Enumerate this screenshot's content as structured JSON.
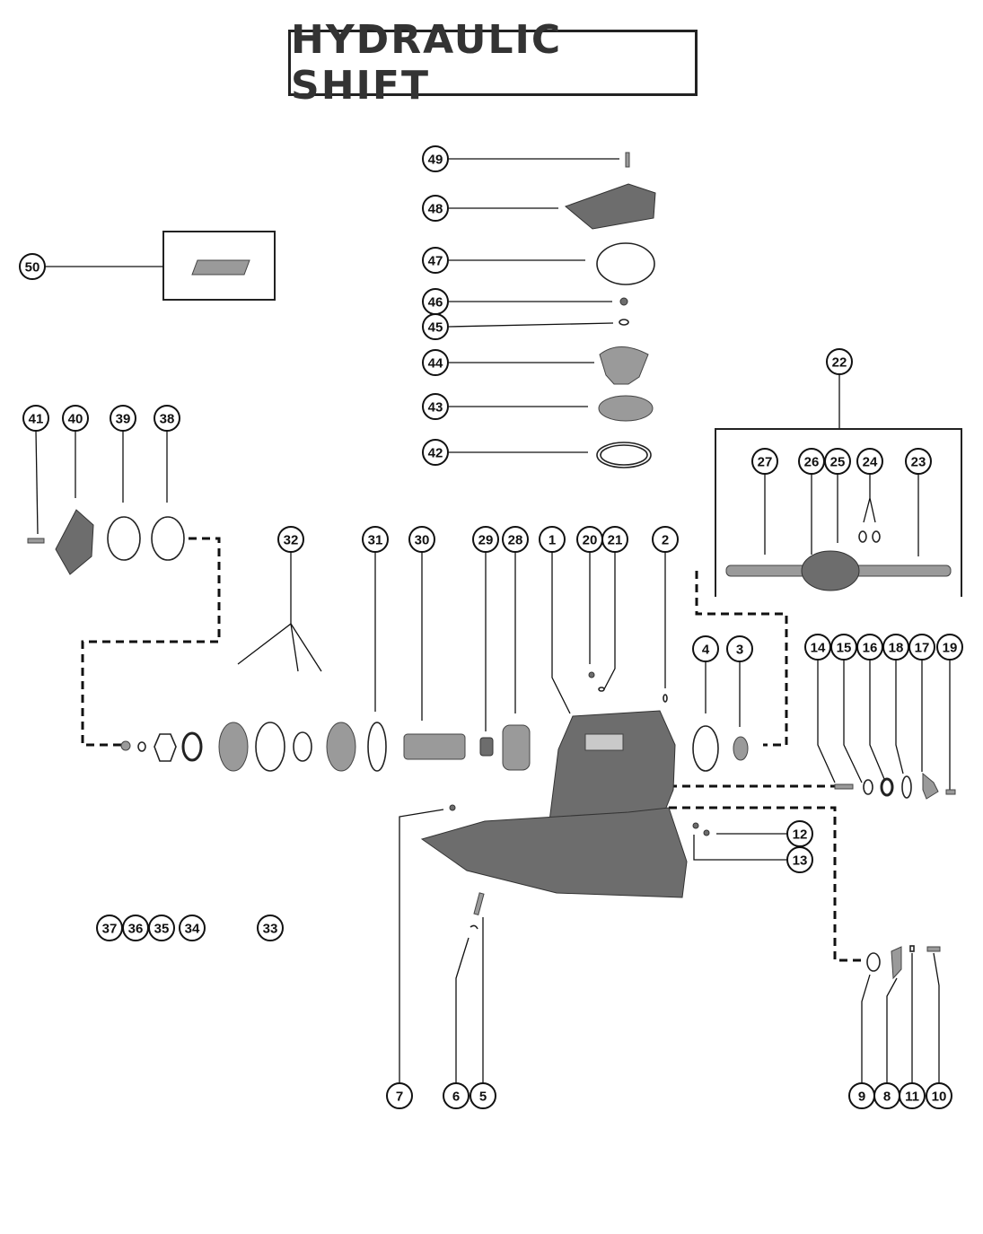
{
  "title": "HYDRAULIC SHIFT",
  "callouts": [
    {
      "id": "1",
      "label": "1"
    },
    {
      "id": "2",
      "label": "2"
    },
    {
      "id": "3",
      "label": "3"
    },
    {
      "id": "4",
      "label": "4"
    },
    {
      "id": "5",
      "label": "5"
    },
    {
      "id": "6",
      "label": "6"
    },
    {
      "id": "7",
      "label": "7"
    },
    {
      "id": "8",
      "label": "8"
    },
    {
      "id": "9",
      "label": "9"
    },
    {
      "id": "10",
      "label": "10"
    },
    {
      "id": "11",
      "label": "11"
    },
    {
      "id": "12",
      "label": "12"
    },
    {
      "id": "13",
      "label": "13"
    },
    {
      "id": "14",
      "label": "14"
    },
    {
      "id": "15",
      "label": "15"
    },
    {
      "id": "16",
      "label": "16"
    },
    {
      "id": "17",
      "label": "17"
    },
    {
      "id": "18",
      "label": "18"
    },
    {
      "id": "19",
      "label": "19"
    },
    {
      "id": "20",
      "label": "20"
    },
    {
      "id": "21",
      "label": "21"
    },
    {
      "id": "22",
      "label": "22"
    },
    {
      "id": "23",
      "label": "23"
    },
    {
      "id": "24",
      "label": "24"
    },
    {
      "id": "25",
      "label": "25"
    },
    {
      "id": "26",
      "label": "26"
    },
    {
      "id": "27",
      "label": "27"
    },
    {
      "id": "28",
      "label": "28"
    },
    {
      "id": "29",
      "label": "29"
    },
    {
      "id": "30",
      "label": "30"
    },
    {
      "id": "31",
      "label": "31"
    },
    {
      "id": "32",
      "label": "32"
    },
    {
      "id": "33",
      "label": "33"
    },
    {
      "id": "34",
      "label": "34"
    },
    {
      "id": "35",
      "label": "35"
    },
    {
      "id": "36",
      "label": "36"
    },
    {
      "id": "37",
      "label": "37"
    },
    {
      "id": "38",
      "label": "38"
    },
    {
      "id": "39",
      "label": "39"
    },
    {
      "id": "40",
      "label": "40"
    },
    {
      "id": "41",
      "label": "41"
    },
    {
      "id": "42",
      "label": "42"
    },
    {
      "id": "43",
      "label": "43"
    },
    {
      "id": "44",
      "label": "44"
    },
    {
      "id": "45",
      "label": "45"
    },
    {
      "id": "46",
      "label": "46"
    },
    {
      "id": "47",
      "label": "47"
    },
    {
      "id": "48",
      "label": "48"
    },
    {
      "id": "49",
      "label": "49"
    },
    {
      "id": "50",
      "label": "50"
    }
  ]
}
